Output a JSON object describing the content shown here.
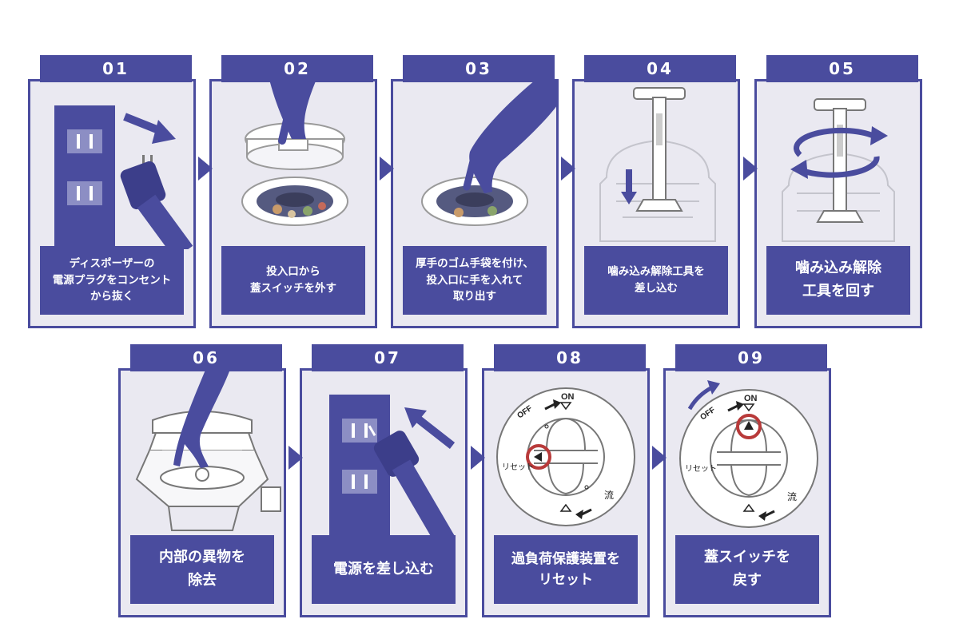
{
  "colors": {
    "brand": "#4a4c9e",
    "panel": "#eae9f1",
    "accent_red": "#b83a3a"
  },
  "steps": [
    {
      "number": "01",
      "label": "ディスポーザーの\n電源プラグをコンセント\nから抜く",
      "icon": "unplug-icon"
    },
    {
      "number": "02",
      "label": "投入口から\n蓋スイッチを外す",
      "icon": "lid-removal-icon"
    },
    {
      "number": "03",
      "label": "厚手のゴム手袋を付け、\n投入口に手を入れて\n取り出す",
      "icon": "gloved-hand-icon"
    },
    {
      "number": "04",
      "label": "噛み込み解除工具を\n差し込む",
      "icon": "insert-tool-icon"
    },
    {
      "number": "05",
      "label": "噛み込み解除\n工具を回す",
      "icon": "rotate-tool-icon"
    },
    {
      "number": "06",
      "label": "内部の異物を\n除去",
      "icon": "remove-debris-icon"
    },
    {
      "number": "07",
      "label": "電源を差し込む",
      "icon": "plug-in-icon"
    },
    {
      "number": "08",
      "label": "過負荷保護装置を\nリセット",
      "icon": "reset-dial-icon"
    },
    {
      "number": "09",
      "label": "蓋スイッチを\n戻す",
      "icon": "return-lid-icon"
    }
  ],
  "dial": {
    "on": "ON",
    "off": "OFF",
    "reset": "リセット",
    "flow": "流"
  }
}
